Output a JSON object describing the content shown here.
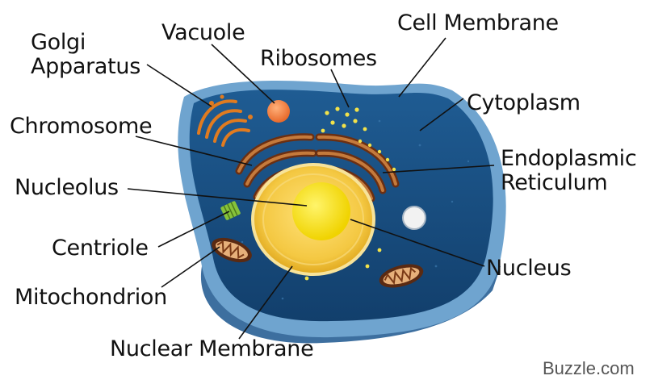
{
  "labels": {
    "golgi": "Golgi\nApparatus",
    "vacuole": "Vacuole",
    "ribosomes": "Ribosomes",
    "cell_membrane": "Cell Membrane",
    "cytoplasm": "Cytoplasm",
    "chromosome": "Chromosome",
    "er": "Endoplasmic\nReticulum",
    "nucleolus": "Nucleolus",
    "centriole": "Centriole",
    "mitochondrion": "Mitochondrion",
    "nucleus": "Nucleus",
    "nuclear_membrane": "Nuclear Membrane"
  },
  "watermark": "Buzzle.com",
  "colors": {
    "cell_outer": "#5b8fc0",
    "cytoplasm": "#15487a",
    "nucleus": "#f1c232",
    "nucleolus": "#f4e10f",
    "organelle": "#a0522d",
    "golgi": "#e07b20",
    "vacuole": "#f08a3b"
  }
}
